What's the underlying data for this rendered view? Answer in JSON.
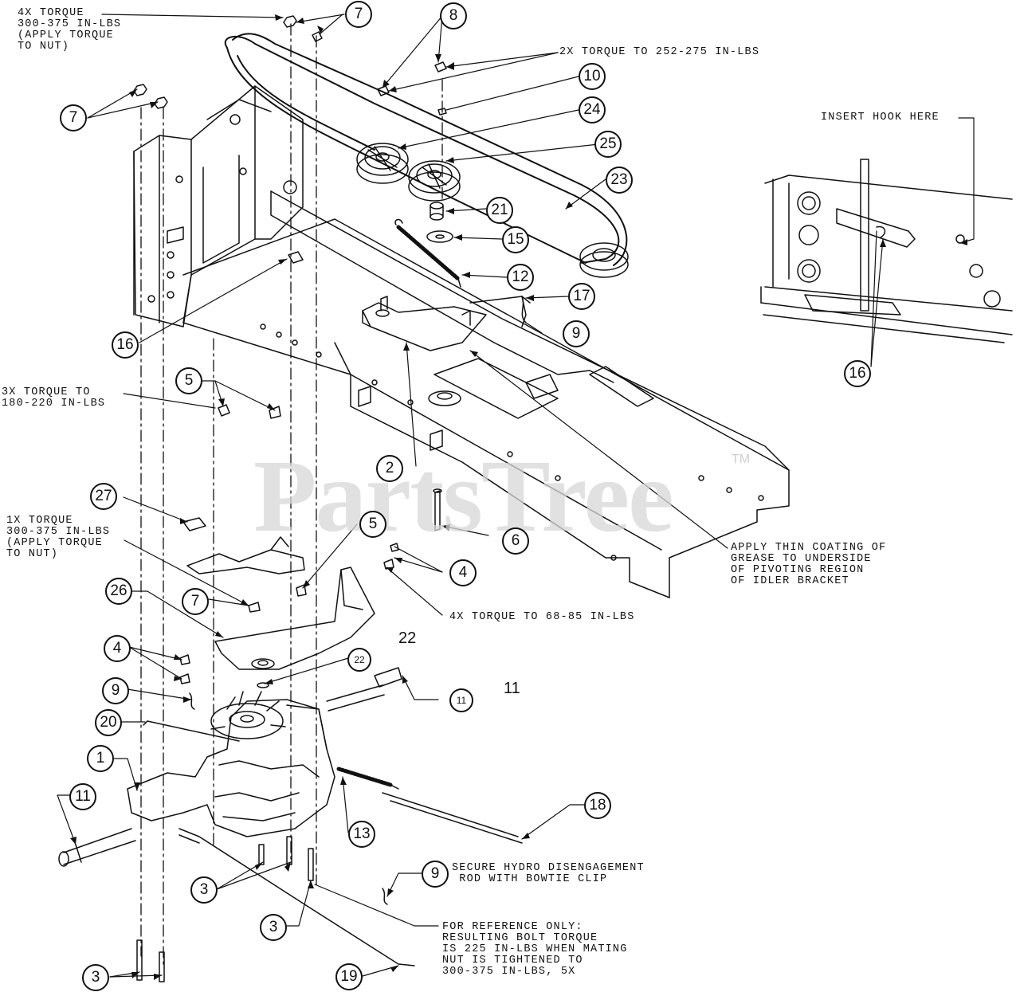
{
  "watermark": {
    "text": "PartsTree",
    "trademark": "TM"
  },
  "callouts": [
    {
      "id": "c7a",
      "label": "7"
    },
    {
      "id": "c8",
      "label": "8"
    },
    {
      "id": "c7b",
      "label": "7"
    },
    {
      "id": "c10",
      "label": "10"
    },
    {
      "id": "c24",
      "label": "24"
    },
    {
      "id": "c25",
      "label": "25"
    },
    {
      "id": "c23",
      "label": "23"
    },
    {
      "id": "c21",
      "label": "21"
    },
    {
      "id": "c15",
      "label": "15"
    },
    {
      "id": "c12",
      "label": "12"
    },
    {
      "id": "c17",
      "label": "17"
    },
    {
      "id": "c9a",
      "label": "9"
    },
    {
      "id": "c16a",
      "label": "16"
    },
    {
      "id": "c16b",
      "label": "16"
    },
    {
      "id": "c5a",
      "label": "5"
    },
    {
      "id": "c2",
      "label": "2"
    },
    {
      "id": "c6",
      "label": "6"
    },
    {
      "id": "c27",
      "label": "27"
    },
    {
      "id": "c5b",
      "label": "5"
    },
    {
      "id": "c4a",
      "label": "4"
    },
    {
      "id": "c26",
      "label": "26"
    },
    {
      "id": "c7c",
      "label": "7"
    },
    {
      "id": "c4b",
      "label": "4"
    },
    {
      "id": "c22",
      "label": "22"
    },
    {
      "id": "c11a",
      "label": "11"
    },
    {
      "id": "c9b",
      "label": "9"
    },
    {
      "id": "c20",
      "label": "20"
    },
    {
      "id": "c1",
      "label": "1"
    },
    {
      "id": "c11b",
      "label": "11"
    },
    {
      "id": "c18",
      "label": "18"
    },
    {
      "id": "c13",
      "label": "13"
    },
    {
      "id": "c9c",
      "label": "9"
    },
    {
      "id": "c3a",
      "label": "3"
    },
    {
      "id": "c3b",
      "label": "3"
    },
    {
      "id": "c3c",
      "label": "3"
    },
    {
      "id": "c19",
      "label": "19"
    }
  ],
  "plain_labels": {
    "p22": "22",
    "p11": "11"
  },
  "notes": {
    "torque_4x_300": "4X TORQUE\n300-375 IN-LBS\n(APPLY TORQUE\nTO NUT)",
    "torque_2x": "2X TORQUE TO 252-275 IN-LBS",
    "insert_hook": "INSERT HOOK HERE",
    "torque_3x": "3X TORQUE TO\n180-220 IN-LBS",
    "torque_1x": "1X TORQUE\n300-375 IN-LBS\n(APPLY TORQUE\nTO NUT)",
    "grease": "APPLY THIN COATING OF\nGREASE TO UNDERSIDE\nOF PIVOTING REGION\nOF IDLER BRACKET",
    "torque_4x_68": "4X TORQUE TO 68-85 IN-LBS",
    "hydro": "SECURE HYDRO DISENGAGEMENT\n ROD WITH BOWTIE CLIP",
    "reference": "FOR REFERENCE ONLY:\nRESULTING BOLT TORQUE\nIS 225 IN-LBS WHEN MATING\nNUT IS TIGHTENED TO\n300-375 IN-LBS, 5X"
  }
}
